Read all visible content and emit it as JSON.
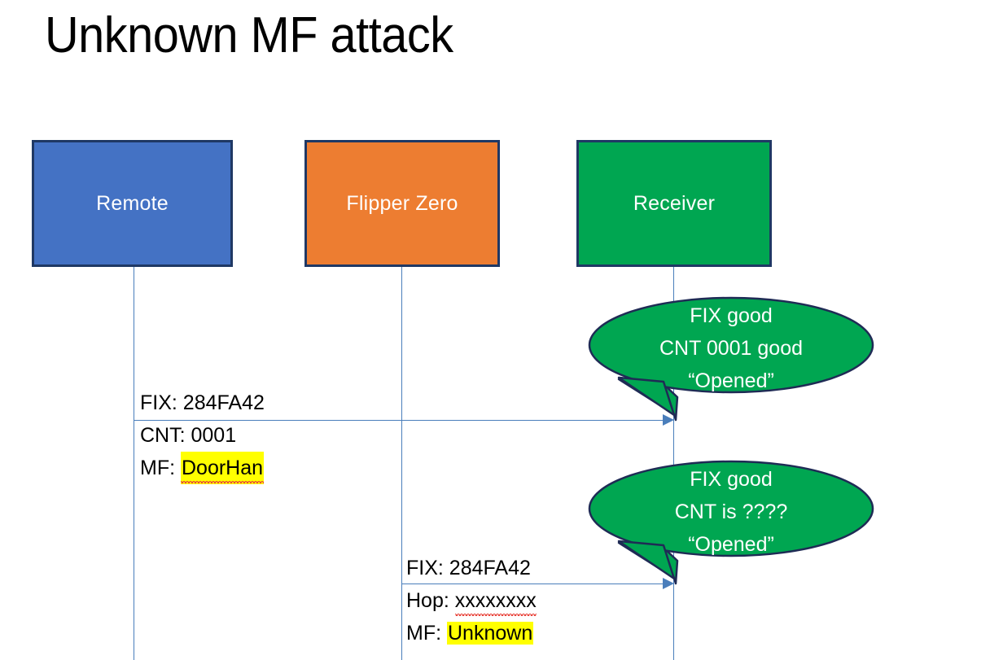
{
  "slide": {
    "title": "Unknown MF attack",
    "background": "#FFFFFF"
  },
  "colors": {
    "remote_fill": "#4472C4",
    "flipper_fill": "#ED7D31",
    "receiver_fill": "#00A651",
    "box_border": "#1F3864",
    "lifeline": "#4A7EBB",
    "arrow": "#4A7EBB",
    "callout_fill": "#00A651",
    "callout_border": "#1F2B55",
    "highlight": "#FFFF00",
    "spellcheck_underline": "#E8453C",
    "text_dark": "#000000",
    "text_light": "#FFFFFF"
  },
  "actors": [
    {
      "id": "remote",
      "label": "Remote"
    },
    {
      "id": "flipper",
      "label": "Flipper Zero"
    },
    {
      "id": "receiver",
      "label": "Receiver"
    }
  ],
  "messages": [
    {
      "id": "msg-remote-to-receiver",
      "from": "remote",
      "to": "receiver",
      "lines": [
        {
          "label": "FIX: ",
          "value": "284FA42",
          "highlighted": false,
          "spellcheck_error": false
        },
        {
          "label": "CNT: ",
          "value": "0001",
          "highlighted": false,
          "spellcheck_error": false
        },
        {
          "label": "MF: ",
          "value": "DoorHan",
          "highlighted": true,
          "spellcheck_error": true
        }
      ]
    },
    {
      "id": "msg-flipper-to-receiver",
      "from": "flipper",
      "to": "receiver",
      "lines": [
        {
          "label": "FIX: ",
          "value": "284FA42",
          "highlighted": false,
          "spellcheck_error": false
        },
        {
          "label": "Hop: ",
          "value": "xxxxxxxx",
          "highlighted": false,
          "spellcheck_error": true
        },
        {
          "label": "MF: ",
          "value": "Unknown",
          "highlighted": true,
          "spellcheck_error": false
        }
      ]
    }
  ],
  "callouts": [
    {
      "id": "callout-first",
      "lines": [
        "FIX good",
        "CNT 0001 good",
        "“Opened”"
      ]
    },
    {
      "id": "callout-second",
      "lines": [
        "FIX good",
        "CNT is ????",
        "“Opened”"
      ]
    }
  ]
}
